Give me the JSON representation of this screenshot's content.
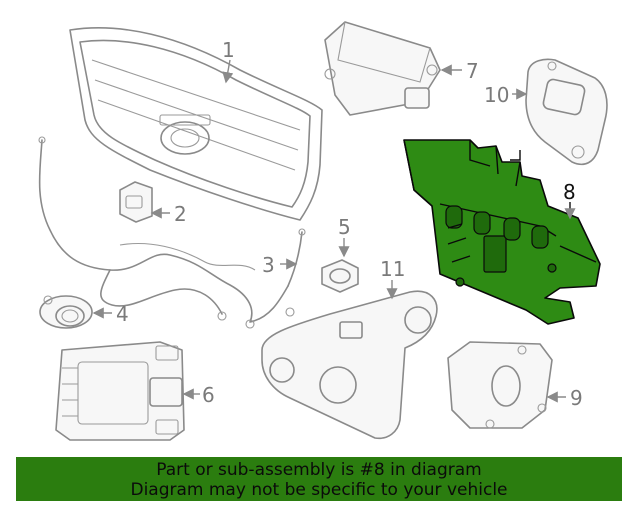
{
  "callouts": {
    "c1": "1",
    "c2": "2",
    "c3": "3",
    "c4": "4",
    "c5": "5",
    "c6": "6",
    "c7": "7",
    "c8": "8",
    "c9": "9",
    "c10": "10",
    "c11": "11"
  },
  "highlighted_part": "8",
  "colors": {
    "highlight": "#2e8b14",
    "banner": "#2b7d0f",
    "line_art": "#8a8a8a"
  },
  "banner": {
    "line1": "Part or sub-assembly is #8 in diagram",
    "line2": "Diagram may not be specific to your vehicle"
  }
}
